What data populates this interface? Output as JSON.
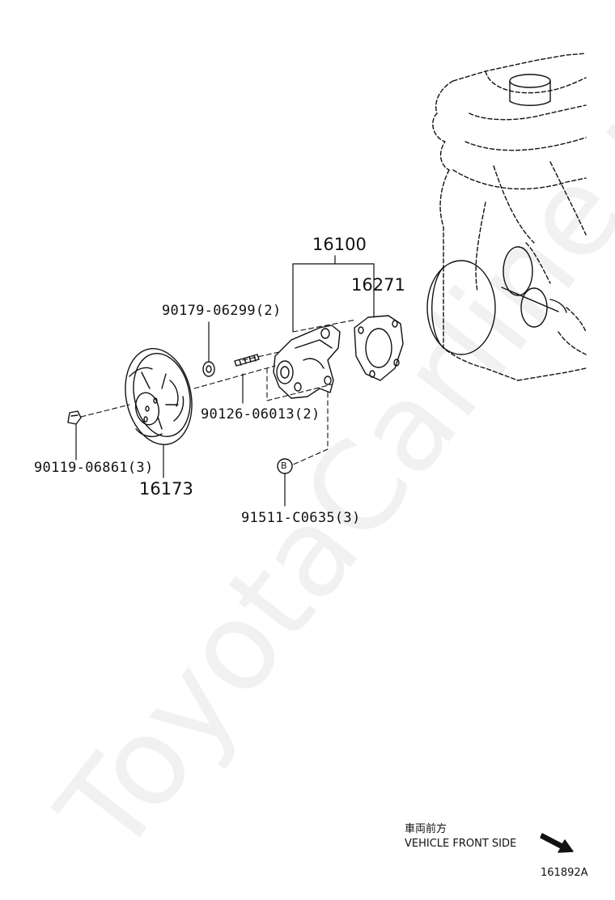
{
  "watermark": "ToyotaCarline.ru",
  "labels": {
    "water_pump_assy": "16100",
    "gasket": "16271",
    "bolt_upper": "90179-06299(2)",
    "stud_bolt": "90126-06013(2)",
    "pulley_bolt": "90119-06861(3)",
    "pulley": "16173",
    "bolt_b": "91511-C0635(3)",
    "callout_b": "B"
  },
  "direction": {
    "japanese": "車両前方",
    "english": "VEHICLE FRONT SIDE"
  },
  "figure_id": "161892A"
}
